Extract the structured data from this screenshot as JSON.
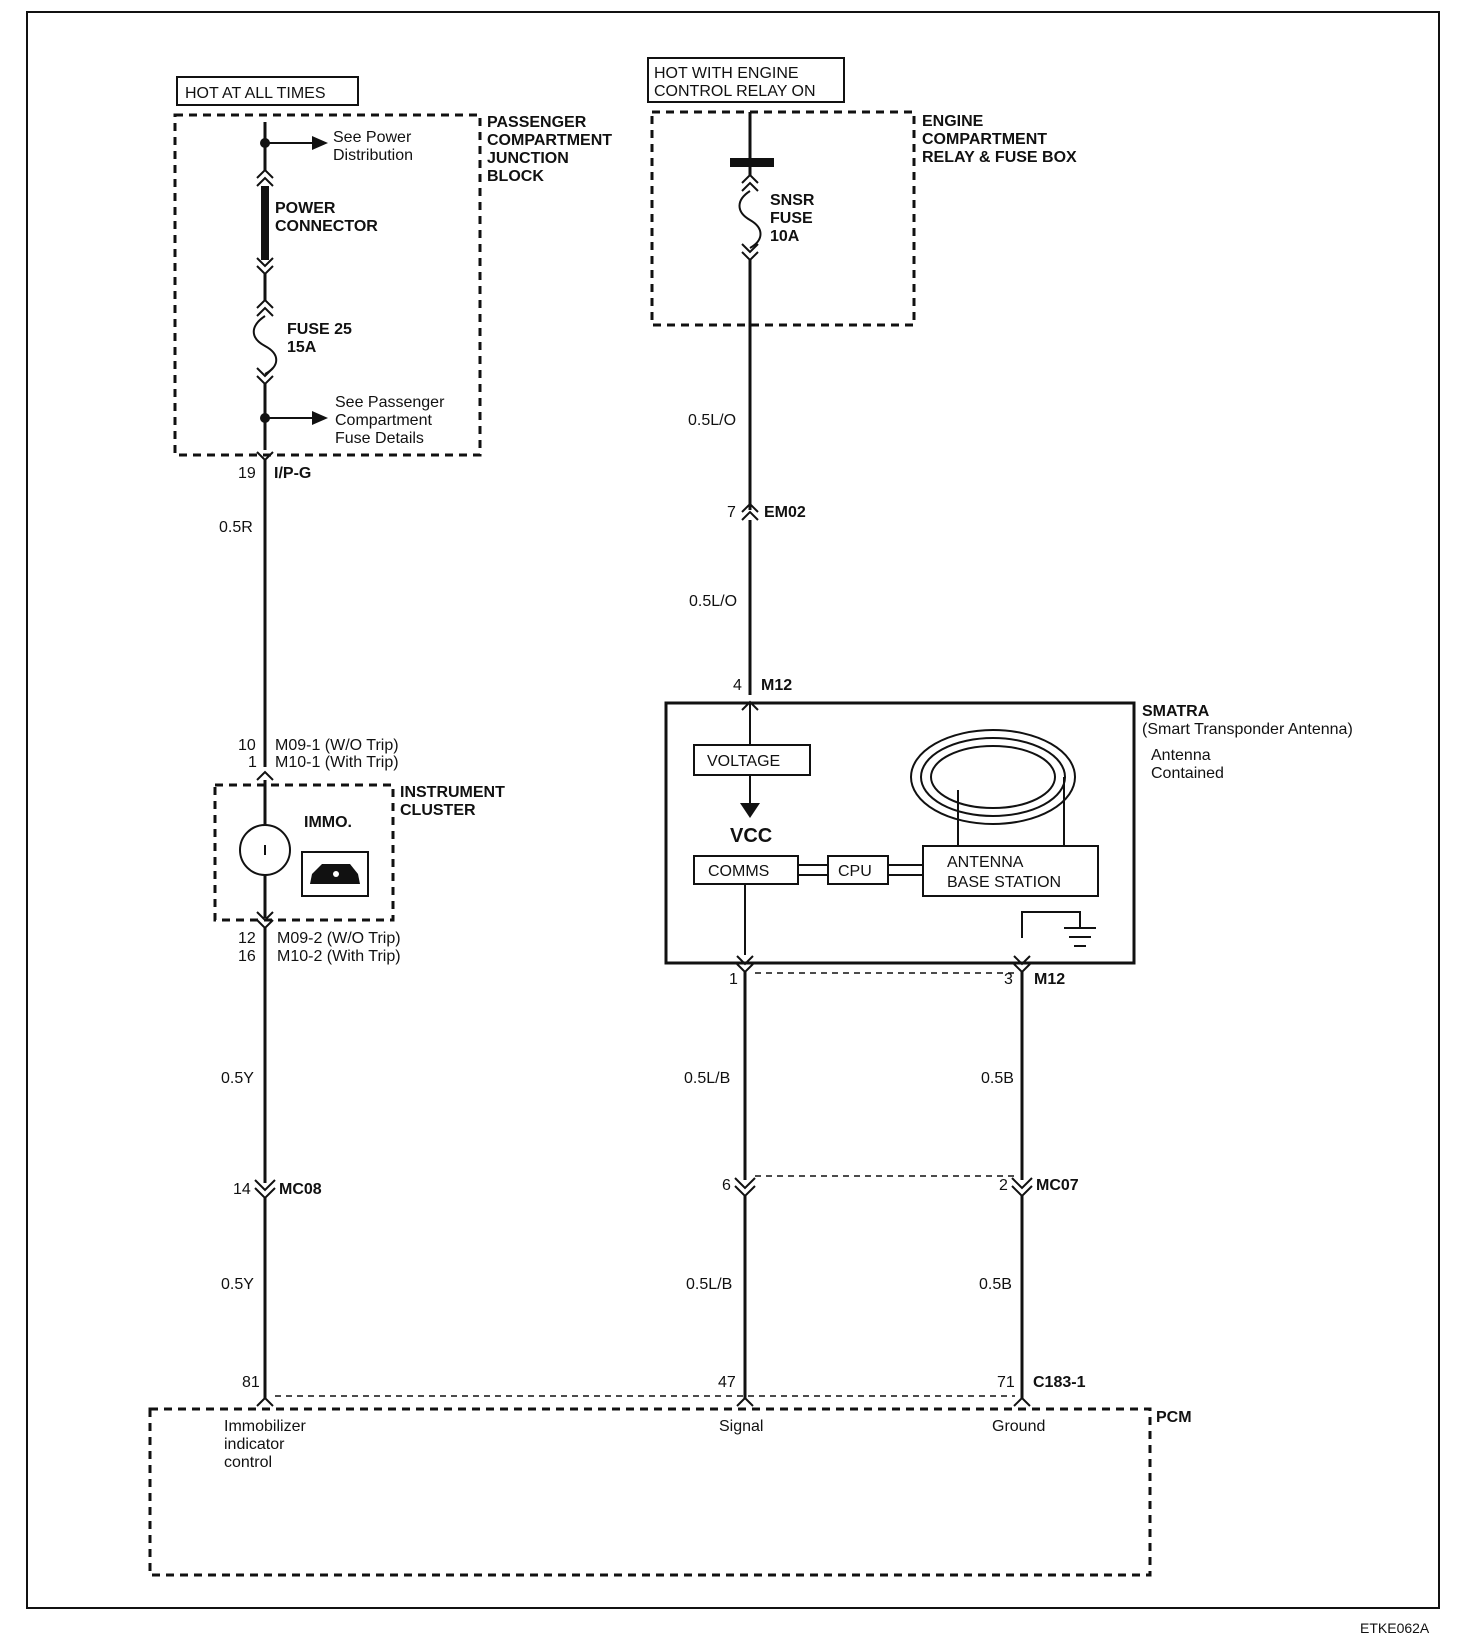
{
  "labels": {
    "hot_all_times": "HOT AT ALL TIMES",
    "hot_engine_1": "HOT WITH ENGINE",
    "hot_engine_2": "CONTROL RELAY ON",
    "pcjb_1": "PASSENGER",
    "pcjb_2": "COMPARTMENT",
    "pcjb_3": "JUNCTION",
    "pcjb_4": "BLOCK",
    "ecrfb_1": "ENGINE",
    "ecrfb_2": "COMPARTMENT",
    "ecrfb_3": "RELAY & FUSE BOX",
    "see_power_1": "See Power",
    "see_power_2": "Distribution",
    "power_conn_1": "POWER",
    "power_conn_2": "CONNECTOR",
    "fuse25_1": "FUSE 25",
    "fuse25_2": "15A",
    "see_pass_1": "See Passenger",
    "see_pass_2": "Compartment",
    "see_pass_3": "Fuse Details",
    "snsr_1": "SNSR",
    "snsr_2": "FUSE",
    "snsr_3": "10A",
    "pin19": "19",
    "conn_ipg": "I/P-G",
    "wire_05r": "0.5R",
    "wire_05lo_1": "0.5L/O",
    "pin7": "7",
    "conn_em02": "EM02",
    "wire_05lo_2": "0.5L/O",
    "pin4": "4",
    "conn_m12_top": "M12",
    "pin10": "10",
    "pin1_top": "1",
    "m091": "M09-1 (W/O Trip)",
    "m101": "M10-1 (With Trip)",
    "ic_1": "INSTRUMENT",
    "ic_2": "CLUSTER",
    "immo": "IMMO.",
    "pin12": "12",
    "pin16": "16",
    "m092": "M09-2 (W/O Trip)",
    "m102": "M10-2 (With Trip)",
    "smatra_1": "SMATRA",
    "smatra_2": "(Smart Transponder Antenna)",
    "antenna_1": "Antenna",
    "antenna_2": "Contained",
    "voltage": "VOLTAGE",
    "vcc": "VCC",
    "comms": "COMMS",
    "cpu": "CPU",
    "abs_1": "ANTENNA",
    "abs_2": "BASE STATION",
    "pin1": "1",
    "pin3": "3",
    "conn_m12_bot": "M12",
    "wire_05y_1": "0.5Y",
    "wire_05lb_1": "0.5L/B",
    "wire_05b_1": "0.5B",
    "pin14": "14",
    "conn_mc08": "MC08",
    "pin6": "6",
    "pin2": "2",
    "conn_mc07": "MC07",
    "wire_05y_2": "0.5Y",
    "wire_05lb_2": "0.5L/B",
    "wire_05b_2": "0.5B",
    "pin81": "81",
    "pin47": "47",
    "pin71": "71",
    "conn_c183": "C183-1",
    "pcm": "PCM",
    "immo_ctrl_1": "Immobilizer",
    "immo_ctrl_2": "indicator",
    "immo_ctrl_3": "control",
    "signal": "Signal",
    "ground": "Ground",
    "footer": "ETKE062A"
  }
}
